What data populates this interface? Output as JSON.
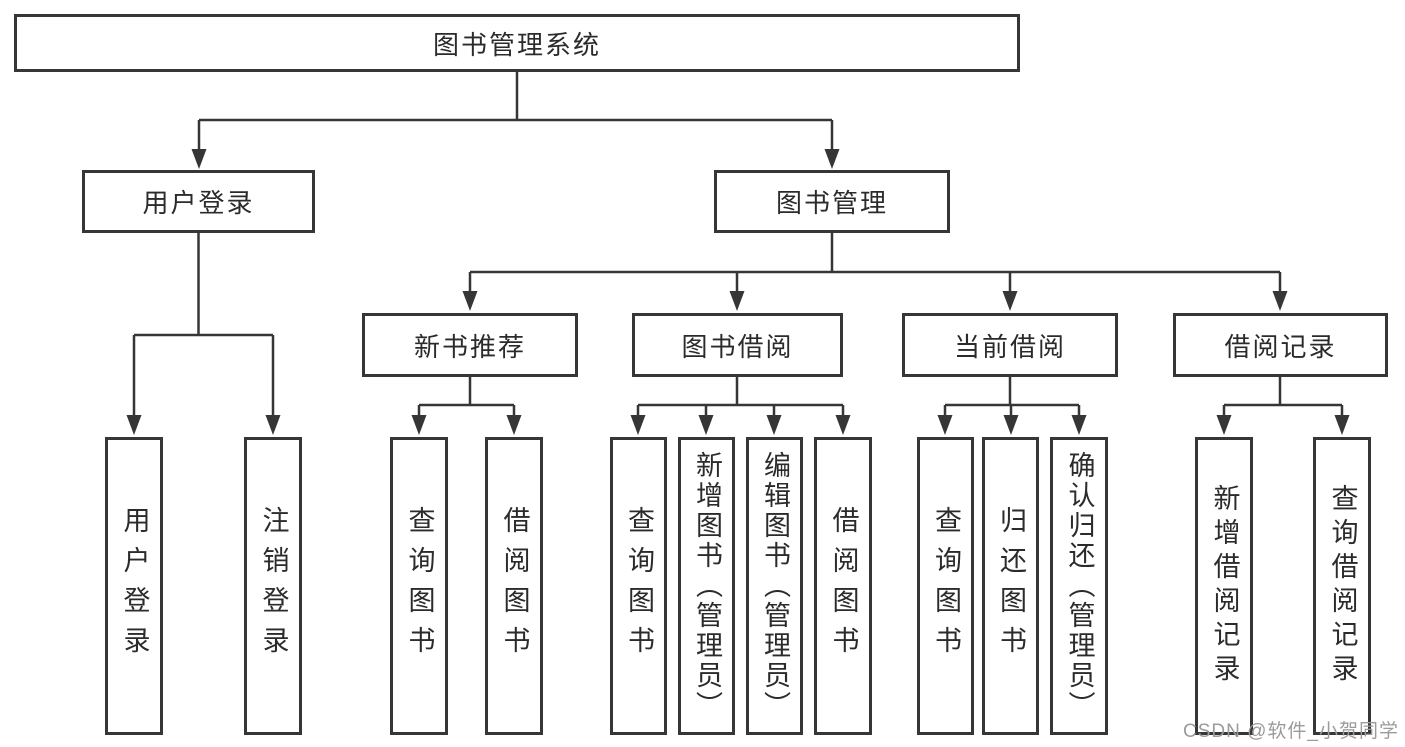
{
  "nodes": {
    "root": "图书管理系统",
    "user_login": "用户登录",
    "book_mgmt": "图书管理",
    "new_book_rec": "新书推荐",
    "book_borrow": "图书借阅",
    "current_borrow": "当前借阅",
    "borrow_record": "借阅记录",
    "leaf_user_login": "用户登录",
    "leaf_logout": "注销登录",
    "leaf_query_book_a": "查询图书",
    "leaf_borrow_book_a": "借阅图书",
    "leaf_query_book_b": "查询图书",
    "leaf_add_book": "新增图书（管理员）",
    "leaf_edit_book": "编辑图书（管理员）",
    "leaf_borrow_book_b": "借阅图书",
    "leaf_query_book_c": "查询图书",
    "leaf_return_book": "归还图书",
    "leaf_confirm_return": "确认归还（管理员）",
    "leaf_add_record": "新增借阅记录",
    "leaf_query_record": "查询借阅记录"
  },
  "hierarchy": {
    "图书管理系统": {
      "用户登录": [
        "用户登录",
        "注销登录"
      ],
      "图书管理": {
        "新书推荐": [
          "查询图书",
          "借阅图书"
        ],
        "图书借阅": [
          "查询图书",
          "新增图书（管理员）",
          "编辑图书（管理员）",
          "借阅图书"
        ],
        "当前借阅": [
          "查询图书",
          "归还图书",
          "确认归还（管理员）"
        ],
        "借阅记录": [
          "新增借阅记录",
          "查询借阅记录"
        ]
      }
    }
  },
  "watermark": "CSDN @软件_小贺同学",
  "colors": {
    "line": "#363636",
    "text": "#2b2b2b",
    "watermark": "#9b9b9b",
    "background": "#ffffff"
  }
}
